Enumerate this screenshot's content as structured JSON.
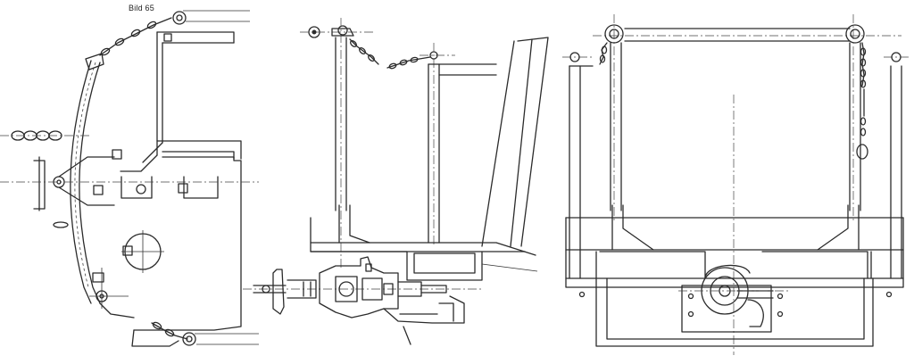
{
  "figure": {
    "caption": "Bild 65"
  },
  "views": [
    {
      "id": "left",
      "icon": "side-elevation-drawing"
    },
    {
      "id": "middle",
      "icon": "side-section-drawing"
    },
    {
      "id": "right",
      "icon": "front-elevation-drawing"
    }
  ]
}
